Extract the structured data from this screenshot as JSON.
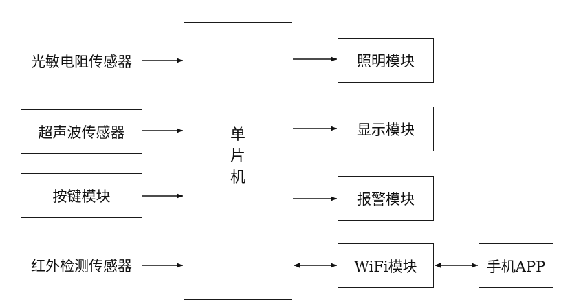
{
  "inputs": [
    {
      "label": "光敏电阻传感器"
    },
    {
      "label": "超声波传感器"
    },
    {
      "label": "按键模块"
    },
    {
      "label": "红外检测传感器"
    }
  ],
  "controller": {
    "chars": [
      "单",
      "片",
      "机"
    ]
  },
  "outputs": [
    {
      "label": "照明模块"
    },
    {
      "label": "显示模块"
    },
    {
      "label": "报警模块"
    },
    {
      "label": "WiFi模块"
    }
  ],
  "phone": {
    "label": "手机APP"
  }
}
